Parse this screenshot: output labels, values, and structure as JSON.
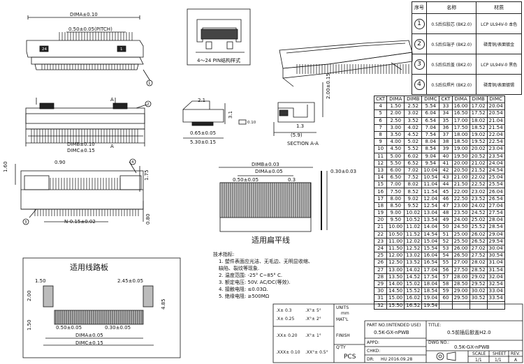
{
  "material_table": {
    "headers": [
      "序号",
      "名称",
      "材质"
    ],
    "rows": [
      {
        "no": "1",
        "name": "0.5后拉胶芯 (BK2.0)",
        "material": "LCP UL94V-0 本色"
      },
      {
        "no": "2",
        "name": "0.5后拉端子 (BK2.0)",
        "material": "磷青铜/表面镀金"
      },
      {
        "no": "3",
        "name": "0.5后拉后盖 (BK2.0)",
        "material": "LCP UL94V-0 黑色"
      },
      {
        "no": "4",
        "name": "0.5后拉焊片 (BK2.0)",
        "material": "磷青铜/表面镀锡"
      }
    ]
  },
  "ckt_table": {
    "headers": [
      "CKT",
      "DIMA",
      "DIMB",
      "DIMC",
      "CKT",
      "DIMA",
      "DIMB",
      "DIMC"
    ],
    "rows": [
      [
        "4",
        "1.50",
        "2.52",
        "5.54",
        "33",
        "16.00",
        "17.02",
        "20.04"
      ],
      [
        "5",
        "2.00",
        "3.02",
        "6.04",
        "34",
        "16.50",
        "17.52",
        "20.54"
      ],
      [
        "6",
        "2.50",
        "3.52",
        "6.54",
        "35",
        "17.00",
        "18.02",
        "21.04"
      ],
      [
        "7",
        "3.00",
        "4.02",
        "7.04",
        "36",
        "17.50",
        "18.52",
        "21.54"
      ],
      [
        "8",
        "3.50",
        "4.52",
        "7.54",
        "37",
        "18.00",
        "19.02",
        "22.04"
      ],
      [
        "9",
        "4.00",
        "5.02",
        "8.04",
        "38",
        "18.50",
        "19.52",
        "22.54"
      ],
      [
        "10",
        "4.50",
        "5.52",
        "8.54",
        "39",
        "19.00",
        "20.02",
        "23.04"
      ],
      [
        "11",
        "5.00",
        "6.02",
        "9.04",
        "40",
        "19.50",
        "20.52",
        "23.54"
      ],
      [
        "12",
        "5.50",
        "6.52",
        "9.54",
        "41",
        "20.00",
        "21.02",
        "24.04"
      ],
      [
        "13",
        "6.00",
        "7.02",
        "10.04",
        "42",
        "20.50",
        "21.52",
        "24.54"
      ],
      [
        "14",
        "6.50",
        "7.52",
        "10.54",
        "43",
        "21.00",
        "22.02",
        "25.04"
      ],
      [
        "15",
        "7.00",
        "8.02",
        "11.04",
        "44",
        "21.50",
        "22.52",
        "25.54"
      ],
      [
        "16",
        "7.50",
        "8.52",
        "11.54",
        "45",
        "22.00",
        "23.02",
        "26.04"
      ],
      [
        "17",
        "8.00",
        "9.02",
        "12.04",
        "46",
        "22.50",
        "23.52",
        "26.54"
      ],
      [
        "18",
        "8.50",
        "9.52",
        "12.54",
        "47",
        "23.00",
        "24.02",
        "27.04"
      ],
      [
        "19",
        "9.00",
        "10.02",
        "13.04",
        "48",
        "23.50",
        "24.52",
        "27.54"
      ],
      [
        "20",
        "9.50",
        "10.52",
        "13.54",
        "49",
        "24.00",
        "25.02",
        "28.04"
      ],
      [
        "21",
        "10.00",
        "11.02",
        "14.04",
        "50",
        "24.50",
        "25.52",
        "28.54"
      ],
      [
        "22",
        "10.50",
        "11.52",
        "14.54",
        "51",
        "25.00",
        "26.02",
        "29.04"
      ],
      [
        "23",
        "11.00",
        "12.02",
        "15.04",
        "52",
        "25.50",
        "26.52",
        "29.54"
      ],
      [
        "24",
        "11.50",
        "12.52",
        "15.54",
        "53",
        "26.00",
        "27.02",
        "30.04"
      ],
      [
        "25",
        "12.00",
        "13.02",
        "16.04",
        "54",
        "26.50",
        "27.52",
        "30.54"
      ],
      [
        "26",
        "12.50",
        "13.52",
        "16.54",
        "55",
        "27.00",
        "28.02",
        "31.04"
      ],
      [
        "27",
        "13.00",
        "14.02",
        "17.04",
        "56",
        "27.50",
        "28.52",
        "31.54"
      ],
      [
        "28",
        "13.50",
        "14.52",
        "17.54",
        "57",
        "28.00",
        "29.02",
        "32.04"
      ],
      [
        "29",
        "14.00",
        "15.02",
        "18.04",
        "58",
        "28.50",
        "29.52",
        "32.54"
      ],
      [
        "30",
        "14.50",
        "15.52",
        "18.54",
        "59",
        "29.00",
        "30.02",
        "33.04"
      ],
      [
        "31",
        "15.00",
        "16.02",
        "19.04",
        "60",
        "29.50",
        "30.52",
        "33.54"
      ],
      [
        "32",
        "15.50",
        "16.52",
        "19.54",
        "",
        "",
        "",
        ""
      ]
    ]
  },
  "drawing": {
    "dima_tol": "DIMA±0.10",
    "dimb_tol": "DIMB±0.10",
    "dimc_tol": "DIMC±0.15",
    "dimb_tol2": "DIMB±0.10",
    "dimb_tol3": "DIMB±0.10",
    "dima_tol2": "DIMA±0.10",
    "pitch": "0.50±0.05(PITCH)",
    "pin_style": "4～24 PIN结构样式",
    "section_label": "SECTION A-A",
    "fpc_title": "适用扁平线",
    "pcb_title": "适用线路板",
    "dim_1_60": "1.60",
    "dim_0_90": "0.90",
    "dim_1_75": "1.75",
    "dim_0_80": "0.80",
    "dim_n": "N-0.15±0.02",
    "dim_2_1": "2.1",
    "dim_3_1": "3.1",
    "dim_0_65": "0.65±0.05",
    "dim_5_30": "5.30±0.15",
    "dim_1_3": "1.3",
    "dim_5_9": "(5.9)",
    "dim_2_00": "2.00±0.15",
    "dim_0_10": "0.10",
    "fpc_dimb": "DIMB±0.03",
    "fpc_dima": "DIMA±0.05",
    "fpc_pitch": "0.50±0.05",
    "fpc_0_3": "0.3",
    "fpc_thick": "0.30±0.03",
    "pcb_1_50": "1.50",
    "pcb_2_45": "2.45±0.05",
    "pcb_2_00": "2.00",
    "pcb_4_85": "4.85",
    "pcb_1_50b": "1.50",
    "pcb_050": "0.50±0.05",
    "pcb_030": "0.30±0.05",
    "pcb_dima": "DIMA±0.05",
    "pcb_dimc": "DIMC±0.15",
    "marker_a": "A",
    "marker_a2": "A",
    "label_24": "24",
    "label_1": "1",
    "callouts": [
      "1",
      "2",
      "3",
      "4"
    ]
  },
  "tech": {
    "title": "技术指标:",
    "lines": [
      "1. 塑件表面应光洁、无毛边、无明显收缩、",
      "   缺陷、裂纹等现象.",
      "2. 温度范围: -25° C~85° C.",
      "3. 额定电压: 50V. AC/DC(等效).",
      "4. 接触电阻: ≤0.03Ω.",
      "5. 绝缘电阻: ≥500MΩ"
    ]
  },
  "title_block": {
    "tolerances": [
      [
        ".X± 0.3",
        ".X°± 5°"
      ],
      [
        ".X± 0.25",
        ".X°± 2°"
      ],
      [
        ".XX± 0.20",
        ".X°± 1°"
      ],
      [
        ".XXX± 0.10",
        ".XX°± 0.5°"
      ]
    ],
    "units": "UNITS",
    "units_value": "mm",
    "matl": "MAT'L",
    "finish": "FINISH",
    "qty": "Q'TY",
    "qty_value": "PCS",
    "part_no_label": "PART NO.(INTENDED USE)",
    "part_no_value": "0.5K-GX-nPWB",
    "appd": "APPD:",
    "chkd": "CHKD:",
    "dr": "DR:",
    "dr_value": "HU 2016.09.28",
    "title_label": "TITLE:",
    "title_value": "0.5前插后掀盖H2.0",
    "dwg_no_label": "DWG NO.:",
    "dwg_no_value": "0.5K-GX-nPWB",
    "scale_label": "SCALE",
    "scale_value": "1/1",
    "sheet_label": "SHEET",
    "sheet_value": "1/1",
    "rev_label": "REV.",
    "rev_value": "A"
  }
}
